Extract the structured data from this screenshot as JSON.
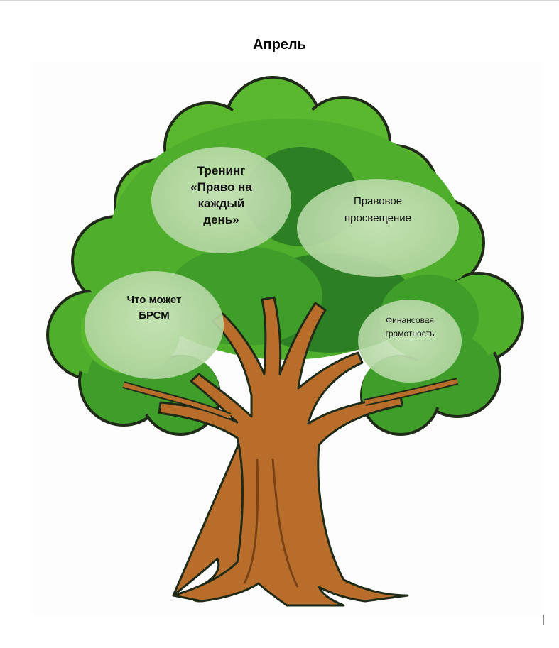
{
  "document": {
    "title": "Апрель"
  },
  "tree": {
    "bubbles": [
      {
        "id": "training",
        "label": "Тренинг\n«Право на\nкаждый\nдень»"
      },
      {
        "id": "legal-education",
        "label": "Правовое\nпросвещение"
      },
      {
        "id": "brsm",
        "label": "Что может\nБРСМ"
      },
      {
        "id": "financial-literacy",
        "label": "Финансовая\nграмотность"
      }
    ]
  },
  "colors": {
    "foliage_light": "#5ab82e",
    "foliage_mid": "#3f9e2a",
    "foliage_dark": "#2c7f22",
    "outline": "#1f2a18",
    "trunk": "#b86e2a",
    "trunk_dark": "#7a4316",
    "bubble": "#b8dba6"
  }
}
